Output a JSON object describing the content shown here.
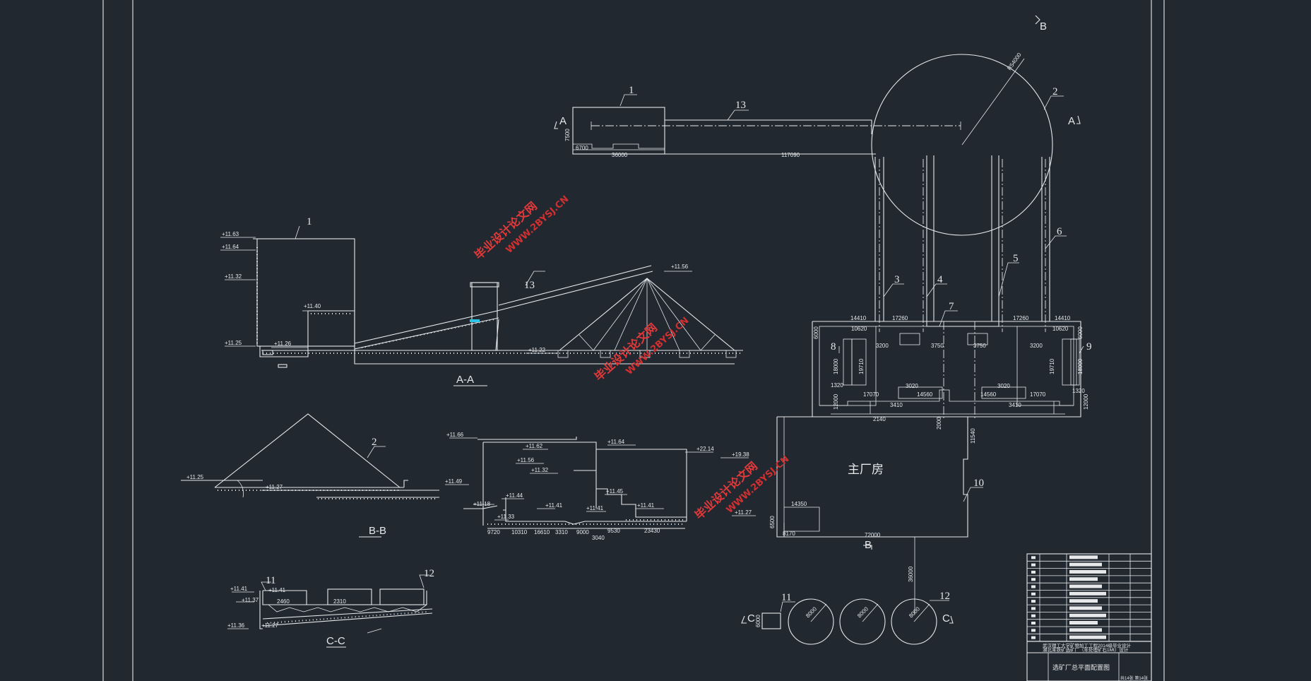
{
  "labels": {
    "l1_plan": "1",
    "l13_plan": "13",
    "l2_plan": "2",
    "l6": "6",
    "l3": "3",
    "l4": "4",
    "l5": "5",
    "l7": "7",
    "l8": "8",
    "l9": "9",
    "l10": "10",
    "l1_aa": "1",
    "l13_aa": "13",
    "l2_bb": "2",
    "l11_cc": "11",
    "l12_cc": "12",
    "l11_plan": "11",
    "l12_plan": "12"
  },
  "section_marks": {
    "a_left": "A",
    "a_right": "A",
    "b_top": "B",
    "b_bottom": "B",
    "c_left": "C",
    "c_right": "C"
  },
  "section_titles": {
    "aa": "A-A",
    "bb": "B-B",
    "cc": "C-C"
  },
  "main_building": "主厂房",
  "dimensions": {
    "d7500": "7500",
    "d6700": "6700",
    "d36000": "36000",
    "d117090": "117090",
    "r_circle": "R54000",
    "d14410a": "14410",
    "d17260a": "17260",
    "d17260b": "17260",
    "d14410b": "14410",
    "d10620a": "10620",
    "d10620b": "10620",
    "d6000a": "6000",
    "d6000b": "6000",
    "d18000a": "18000",
    "d18000b": "18000",
    "d19710a": "19710",
    "d19710b": "19710",
    "d3200a": "3200",
    "d3200b": "3200",
    "d3750a": "3750",
    "d3750b": "3750",
    "d3020a": "3020",
    "d3020b": "3020",
    "d14560a": "14560",
    "d14560b": "14560",
    "d17070a": "17070",
    "d17070b": "17070",
    "d3410a": "3410",
    "d3410b": "3410",
    "d1320a": "1320",
    "d1320b": "1320",
    "d12000a": "12000",
    "d12000b": "12000",
    "d2140": "2140",
    "d2000": "2000",
    "d11540": "11540",
    "d14350": "14350",
    "d72000": "72000",
    "d6500": "6500",
    "d8170": "8170",
    "d36000v": "36000",
    "d6000c": "6000",
    "d8000a": "8000",
    "d8000b": "8000",
    "d8000c": "8000",
    "d2460": "2460",
    "d2310": "2310",
    "d9720": "9720",
    "d10310": "10310",
    "d16610": "16610",
    "d3310": "3310",
    "d9000": "9000",
    "d9530": "9530",
    "d23430": "23430",
    "d3040": "3040"
  },
  "elevations": {
    "e1163": "+11.63",
    "e1164": "+11.64",
    "e1132": "+11.32",
    "e1125": "+11.25",
    "e1126": "+11.26",
    "e1140": "+11.40",
    "e1156": "+11.56",
    "e1122": "+11.22",
    "bb1125": "+11.25",
    "bb1127": "+11.27",
    "s1166": "+11.66",
    "s1162": "+11.62",
    "s1164": "+11.64",
    "s1214": "+22.14",
    "s1938": "+19.38",
    "s1156": "+11.56",
    "s1132": "+11.32",
    "s1149": "+11.49",
    "s1145": "+11.45",
    "s1144": "+11.44",
    "s1141a": "+11.41",
    "s1141b": "+11.41",
    "s1141c": "+11.41",
    "s1133": "+11.33",
    "s1127": "+11.27",
    "s1118": "+11.18",
    "c1141a": "+11.41",
    "c1141b": "+11.41",
    "c1137": "+11.37",
    "c1136": "+11.36",
    "c1127": "+11.27"
  },
  "watermark": {
    "cn": "毕业设计论文网",
    "url": "WWW.2BYSJ.CN"
  },
  "title_block": {
    "school": "武汉理工大学矿物加工工程2014级毕业设计",
    "subject": "湖北某铁矿选矿厂（年处理矿石1Mt）设计",
    "drawing": "选矿厂总平面配置图",
    "sheet": "共14张 第14张"
  },
  "colors": {
    "background": "#212830",
    "line": "#e6e8ea",
    "watermark": "#e23a3a",
    "highlight": "#29c5e6"
  }
}
